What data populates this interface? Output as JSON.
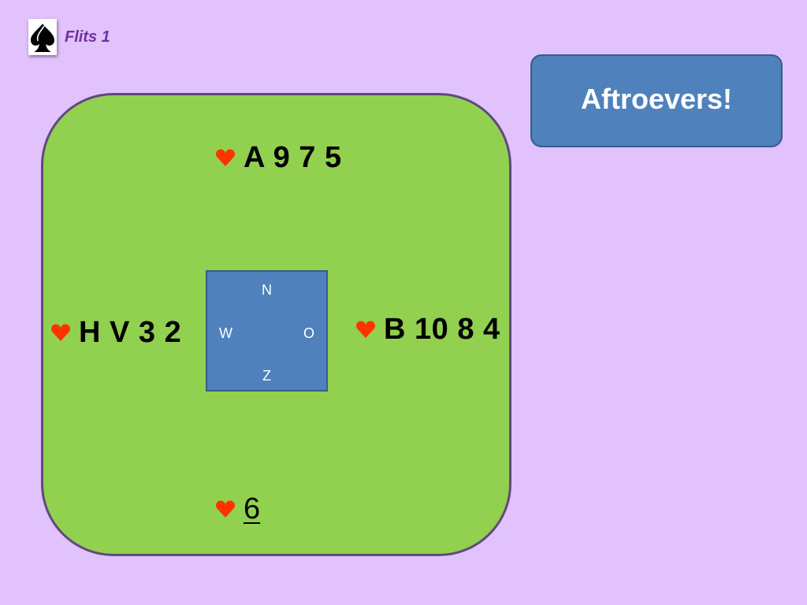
{
  "header": {
    "logo_icon": "spade-icon",
    "title": "Flits 1"
  },
  "action": {
    "label": "Aftroevers!"
  },
  "table": {
    "suit_icon": "heart-icon",
    "suit_color": "#ff3300",
    "north": {
      "cards": "A 9 7 5"
    },
    "west": {
      "cards": "H V 3 2"
    },
    "east": {
      "cards": "B 10 8 4"
    },
    "south": {
      "cards": "6"
    }
  },
  "compass": {
    "north": "N",
    "west": "W",
    "east": "O",
    "south": "Z"
  },
  "colors": {
    "background": "#e1c2fc",
    "felt": "#92d050",
    "felt_border": "#604a7b",
    "button": "#4f81bd",
    "title": "#7030a0"
  }
}
